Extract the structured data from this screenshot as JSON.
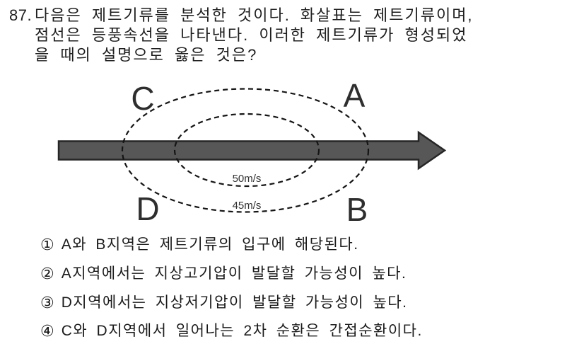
{
  "question": {
    "number": "87.",
    "lines": [
      "다음은 제트기류를 분석한 것이다. 화살표는 제트기류이며,",
      "점선은 등풍속선을 나타낸다. 이러한 제트기류가 형성되었",
      "을 때의 설명으로 옳은 것은?"
    ]
  },
  "diagram": {
    "labels": {
      "top_left": "C",
      "top_right": "A",
      "bottom_left": "D",
      "bottom_right": "B"
    },
    "isotach_inner": "50m/s",
    "isotach_outer": "45m/s",
    "colors": {
      "arrow_fill": "#575757",
      "arrow_stroke": "#262626",
      "dash_line": "#151515"
    }
  },
  "choices": [
    {
      "marker": "①",
      "text": "A와 B지역은 제트기류의 입구에 해당된다."
    },
    {
      "marker": "②",
      "text": "A지역에서는 지상고기압이 발달할 가능성이 높다."
    },
    {
      "marker": "③",
      "text": "D지역에서는 지상저기압이 발달할 가능성이 높다."
    },
    {
      "marker": "④",
      "text": "C와 D지역에서 일어나는 2차 순환은 간접순환이다."
    }
  ]
}
